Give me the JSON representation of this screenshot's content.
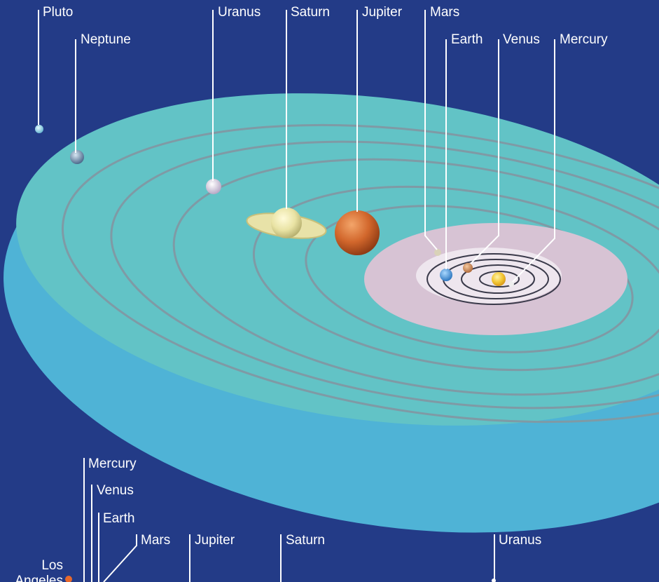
{
  "colors": {
    "background": "#233b87",
    "outer_disc": "#4fb3d6",
    "orbit_plane": "#62c3c6",
    "inner_disc": "#d7c3d4",
    "orbit_line": "#7f9aa5",
    "leader_line": "#ffffff",
    "sun": "#f2c634"
  },
  "top_diagram": {
    "labels": {
      "pluto": "Pluto",
      "neptune": "Neptune",
      "uranus": "Uranus",
      "saturn": "Saturn",
      "jupiter": "Jupiter",
      "mars": "Mars",
      "earth": "Earth",
      "venus": "Venus",
      "mercury": "Mercury"
    }
  },
  "bottom_diagram": {
    "city": "Los Angeles",
    "labels": {
      "mercury": "Mercury",
      "venus": "Venus",
      "earth": "Earth",
      "mars": "Mars",
      "jupiter": "Jupiter",
      "saturn": "Saturn",
      "uranus": "Uranus"
    }
  }
}
